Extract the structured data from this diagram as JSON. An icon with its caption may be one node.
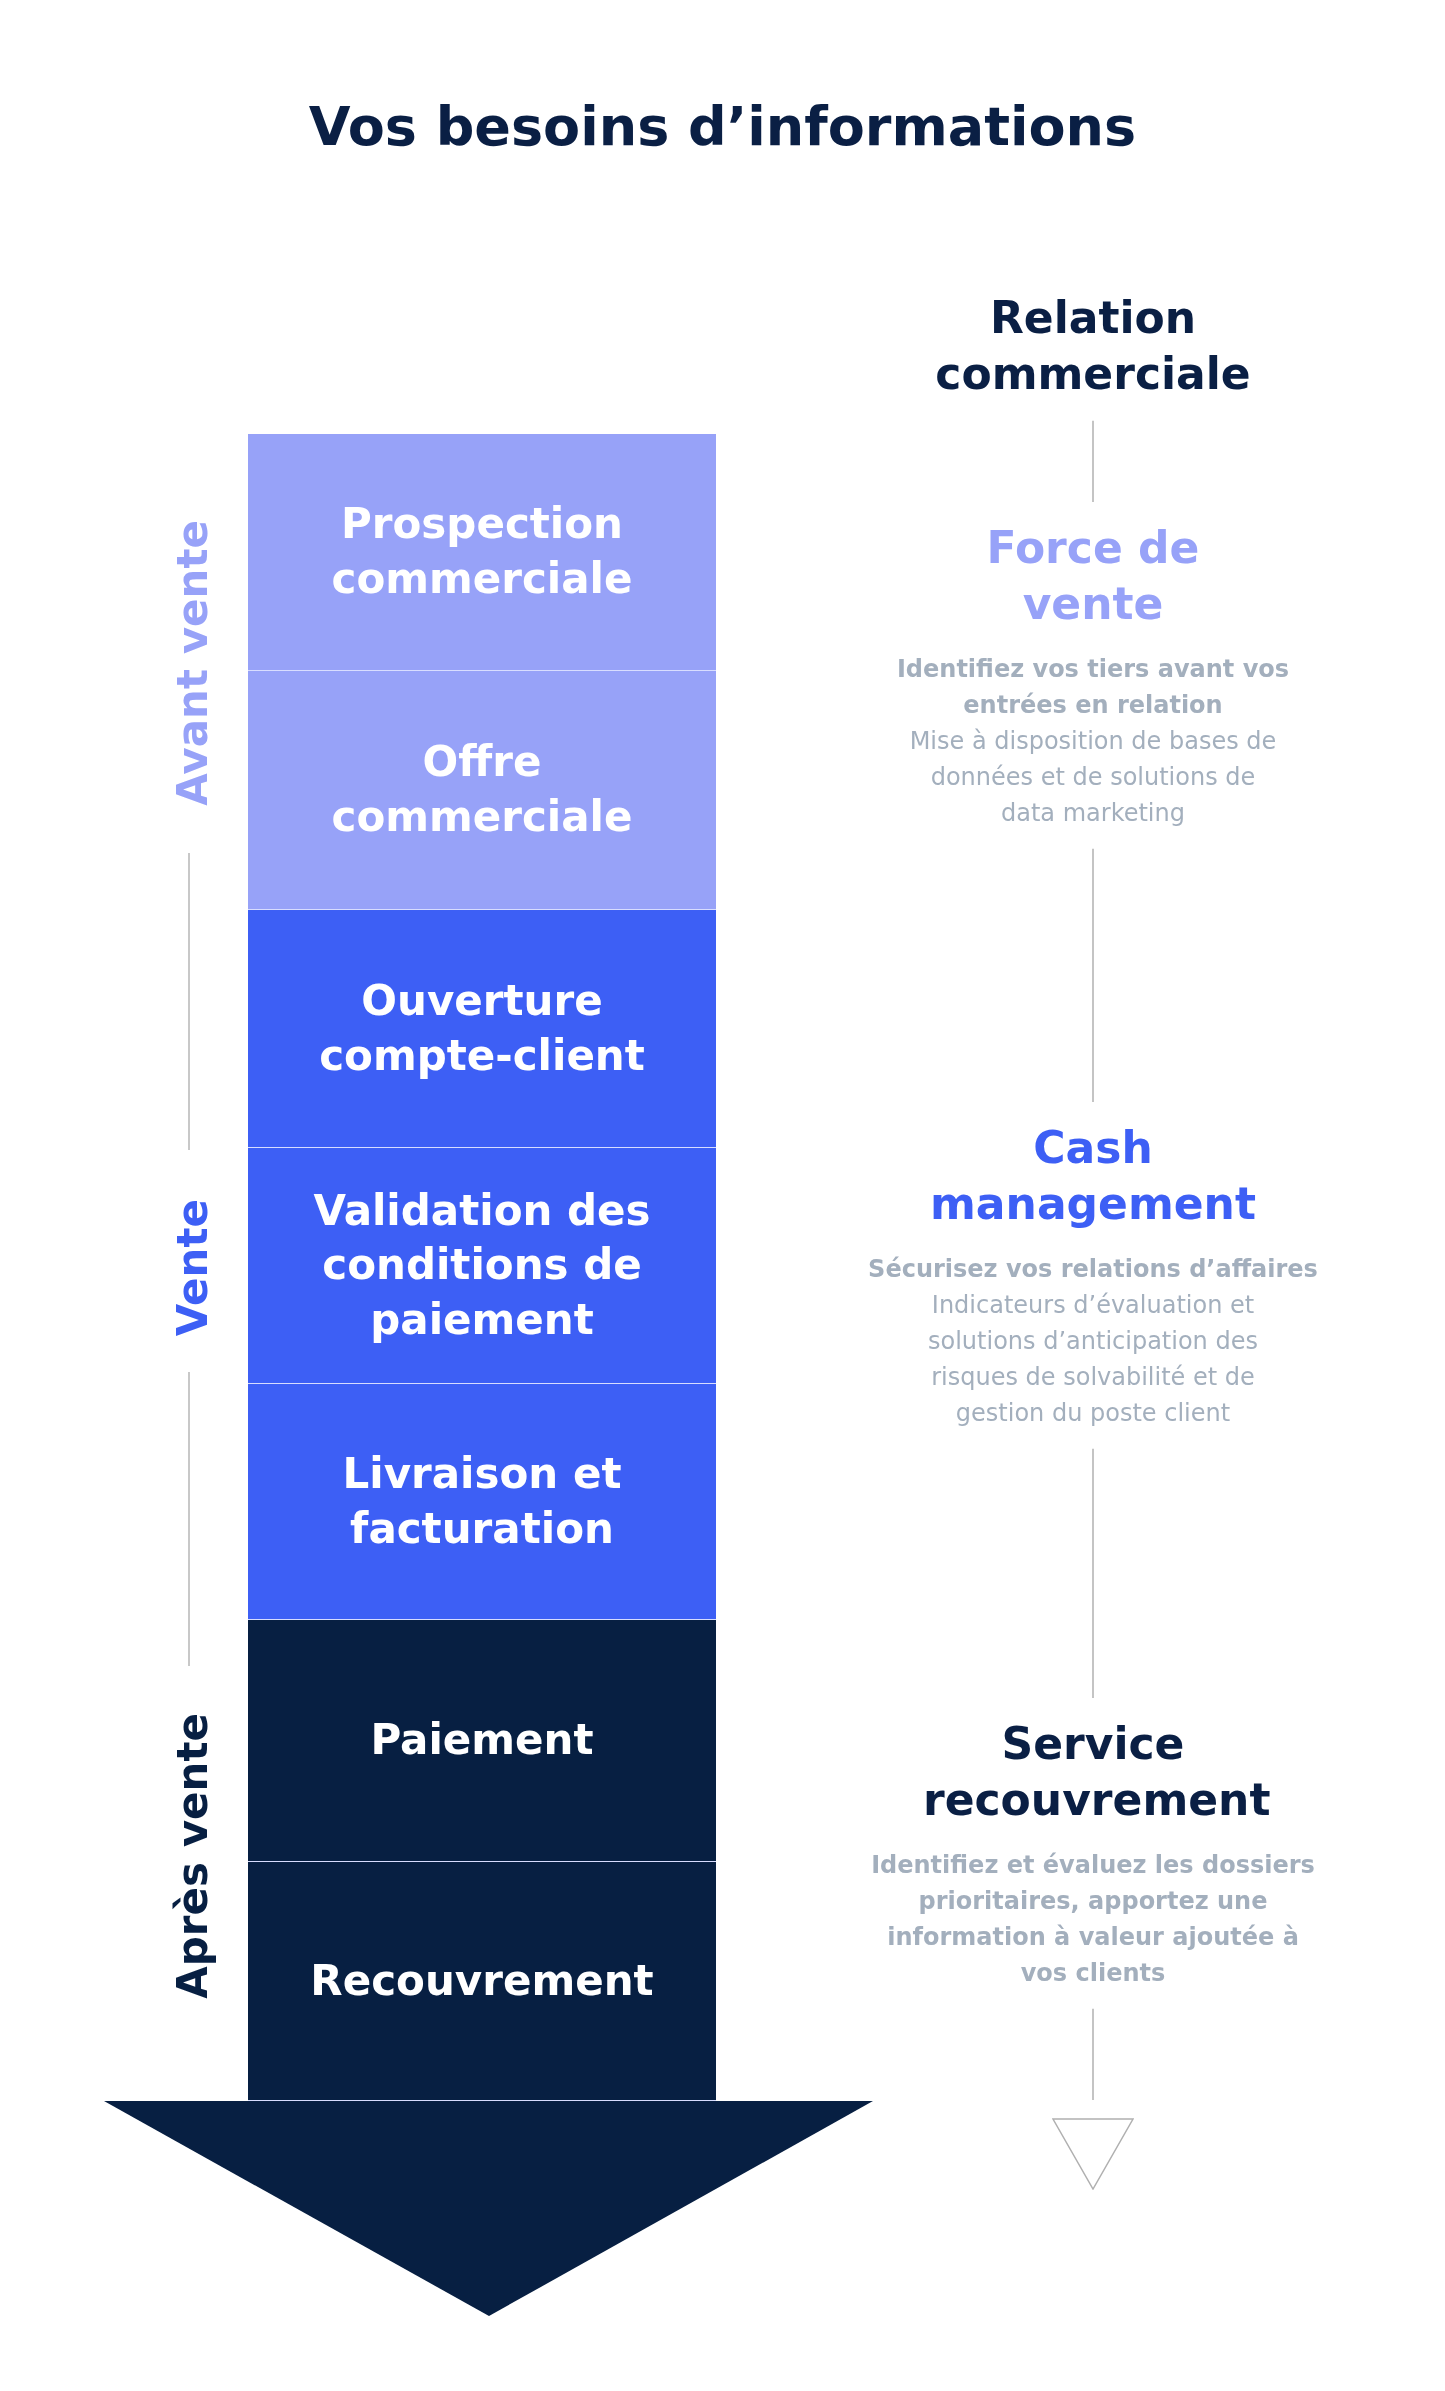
{
  "diagram": {
    "title": "Vos besoins d’informations",
    "nodes": [
      {
        "text": [
          "Prospection commerciale"
        ]
      },
      {
        "text": [
          "Offre commerciale"
        ]
      },
      {
        "text": [
          "Ouverture compte-client"
        ]
      },
      {
        "text": [
          "Validation des conditions de paiement"
        ]
      },
      {
        "text": [
          "Livraison et facturation"
        ]
      },
      {
        "text": [
          "Paiement"
        ]
      },
      {
        "text": [
          "Recouvrement"
        ]
      },
      {
        "text": [
          "Relation commerciale"
        ]
      },
      {
        "text": [
          "Force de vente",
          "Identifiez vos tiers avant vos entrées en relation",
          "Mise à disposition de bases de données et de solutions de data marketing"
        ]
      },
      {
        "text": [
          "Cash management",
          "Sécurisez vos relations d’affaires",
          "Indicateurs d’évaluation et solutions d’anticipation des risques de solvabilité et de gestion du poste client"
        ]
      },
      {
        "text": [
          "Service recouvrement",
          "Identifiez et évaluez les dossiers prioritaires, apportez une information à valeur ajoutée à vos clients"
        ]
      },
      {
        "text": [],
        "shape": "triangle"
      }
    ],
    "edges": [
      {
        "from": 7,
        "to": 8,
        "arrow": "none"
      },
      {
        "from": 8,
        "to": 9,
        "arrow": "none"
      },
      {
        "from": 9,
        "to": 10,
        "arrow": "none"
      },
      {
        "from": 10,
        "to": 11,
        "arrow": "none"
      }
    ],
    "labels": [
      "Avant vente",
      "Vente",
      "Après vente"
    ]
  }
}
